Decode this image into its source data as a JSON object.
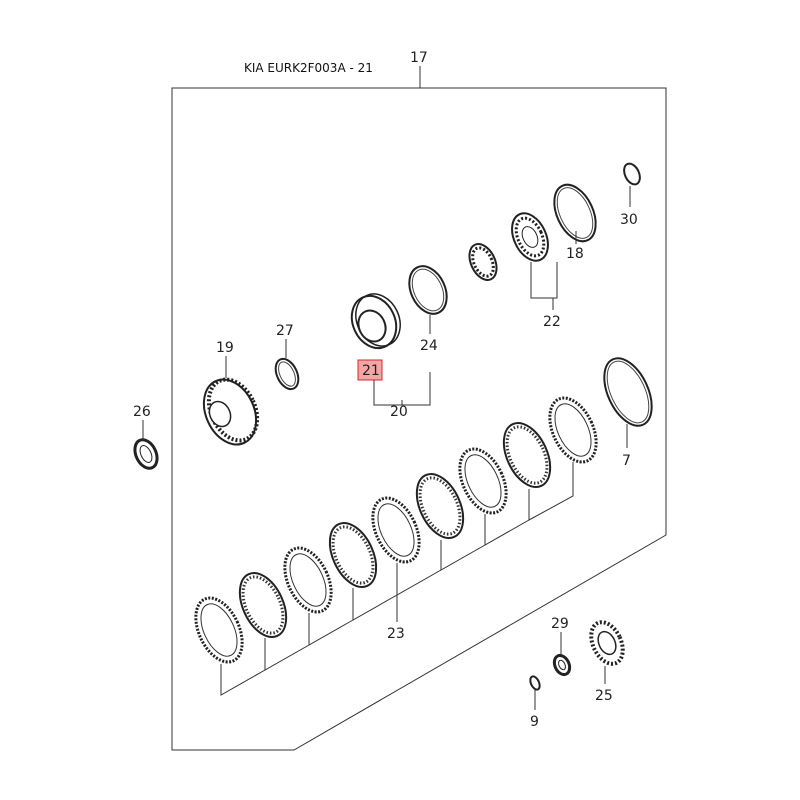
{
  "title": "KIA EURK2F003A - 21",
  "labels": {
    "p17": "17",
    "p30": "30",
    "p18": "18",
    "p22": "22",
    "p24": "24",
    "p21": "21",
    "p27": "27",
    "p19": "19",
    "p20": "20",
    "p26": "26",
    "p7": "7",
    "p23": "23",
    "p29": "29",
    "p25": "25",
    "p9": "9"
  },
  "highlighted_part": "21",
  "colors": {
    "highlight_fill": "#f4a6a6",
    "highlight_stroke": "#d62828",
    "line": "#333333"
  }
}
